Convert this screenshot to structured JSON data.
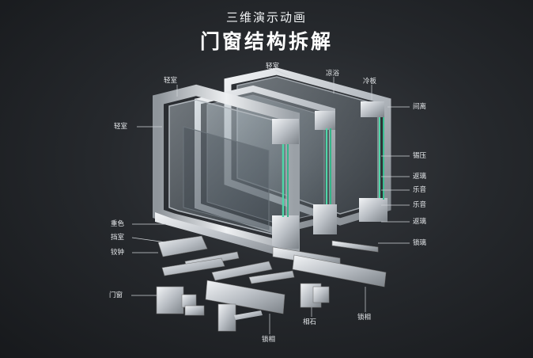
{
  "header": {
    "subtitle": "三维演示动画",
    "title": "门窗结构拆解"
  },
  "labels": {
    "top_center": "轻室",
    "top_left": "轻室",
    "top_mid": "凉浴",
    "top_right": "冷板",
    "left_upper": "轻室",
    "right_1": "间离",
    "right_2": "锡压",
    "right_3": "返璃",
    "right_4": "乐音",
    "right_5": "乐音",
    "right_6": "返璃",
    "right_7": "锁璃",
    "left_1": "重色",
    "left_2": "挡室",
    "left_3": "铰钟",
    "left_4": "门窗",
    "bottom_1": "相石",
    "bottom_2": "锁相",
    "bottom_3": "锁相"
  },
  "colors": {
    "background": "#1f2226",
    "aluminum_light": "#e4e7ea",
    "aluminum_dark": "#8a9096",
    "glass_green": "#4fd6a8"
  }
}
